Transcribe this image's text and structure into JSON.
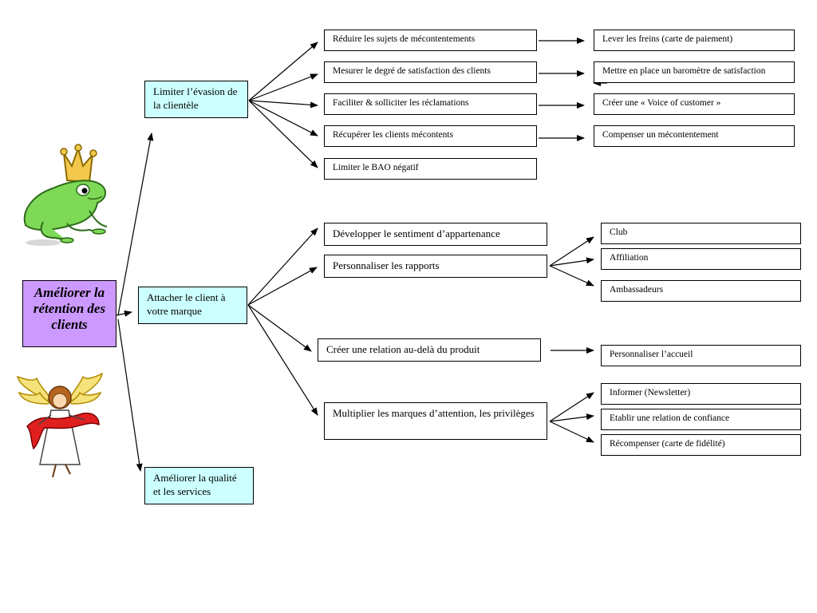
{
  "root": "Améliorer la rétention des clients",
  "level1": [
    "Limiter l’évasion de la clientèle",
    "Attacher le client à votre marque",
    "Améliorer la qualité et les services"
  ],
  "evasion": [
    {
      "action": "Réduire les sujets de mécontentements",
      "result": "Lever les freins (carte de paiement)"
    },
    {
      "action": "Mesurer le degré de satisfaction des clients",
      "result": "Mettre en place un baromètre de satisfaction"
    },
    {
      "action": "Faciliter & solliciter les réclamations",
      "result": "Créer une « Voice of customer »"
    },
    {
      "action": "Récupérer les clients mécontents",
      "result": "Compenser un mécontentement"
    },
    {
      "action": "Limiter le BAO  négatif"
    }
  ],
  "attacher": {
    "appartenance": "Développer le sentiment d’appartenance",
    "rapports": "Personnaliser les rapports",
    "rapports_items": [
      "Club",
      "Affiliation",
      "Ambassadeurs"
    ],
    "relation": "Créer une relation au-delà du produit",
    "relation_item": "Personnaliser l’accueil",
    "marques": "Multiplier les marques d’attention, les privilèges",
    "marques_items": [
      "Informer (Newsletter)",
      "Etablir une relation de confiance",
      "Récompenser (carte de fidélité)"
    ]
  }
}
